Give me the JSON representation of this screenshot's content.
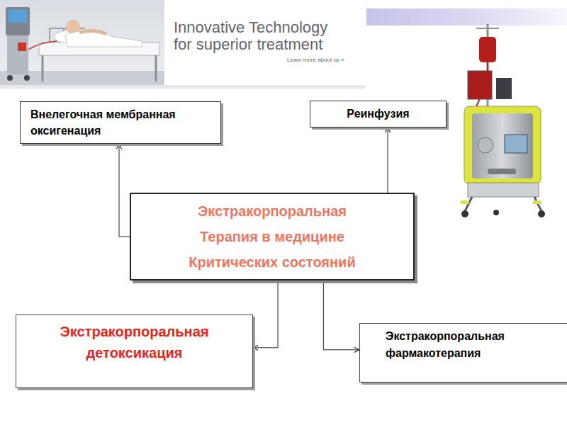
{
  "diagram": {
    "nodes": [
      {
        "text": [
          "Внелегочная мембранная оксигенация"
        ]
      },
      {
        "text": [
          "Реинфузия"
        ]
      },
      {
        "text": [
          "Экстракорпоральная Терапия в медицине Критических состояний"
        ]
      },
      {
        "text": [
          "Экстракорпоральная детоксикация"
        ]
      },
      {
        "text": [
          "Экстракорпоральная фармакотерапия"
        ]
      }
    ],
    "edges": [
      {
        "from": 2,
        "to": 0,
        "arrow": "to"
      },
      {
        "from": 2,
        "to": 1,
        "arrow": "to"
      },
      {
        "from": 2,
        "to": 3,
        "arrow": "to"
      },
      {
        "from": 2,
        "to": 4,
        "arrow": "to"
      }
    ],
    "labels": [
      "Innovative Technology",
      "for superior treatment",
      "Learn more about us »"
    ]
  }
}
